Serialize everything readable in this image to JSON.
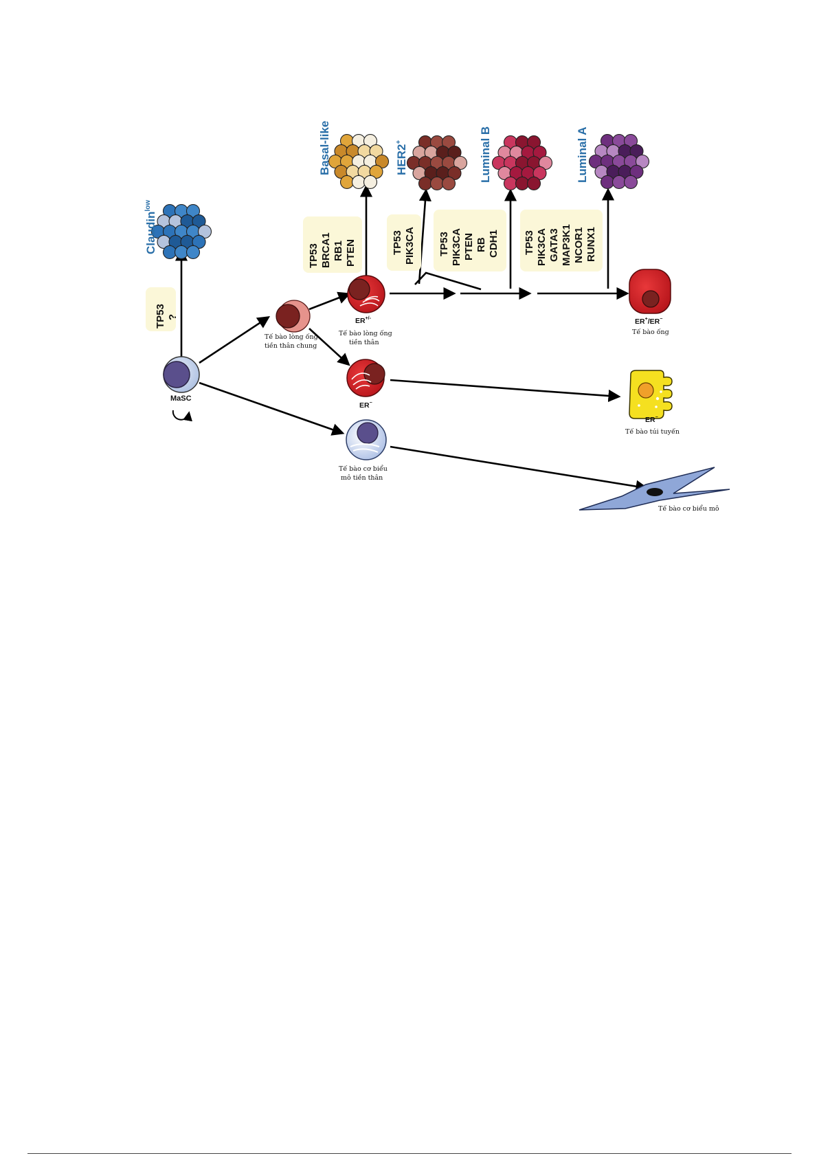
{
  "subtypes": {
    "claudin": "Claudin",
    "claudin_sup": "low",
    "basal": "Basal-like",
    "her2": "HER2",
    "her2_sup": "+",
    "lumb": "Luminal B",
    "luma": "Luminal A"
  },
  "mutation_boxes": {
    "claudin": [
      "TP53",
      "?"
    ],
    "basal": [
      "TP53",
      "BRCA1",
      "RB1",
      "PTEN"
    ],
    "her2": [
      "TP53",
      "PIK3CA"
    ],
    "lumb": [
      "TP53",
      "PIK3CA",
      "PTEN",
      "RB",
      "CDH1"
    ],
    "luma": [
      "TP53",
      "PIK3CA",
      "GATA3",
      "MAP3K1",
      "NCOR1",
      "RUNX1"
    ]
  },
  "cells": {
    "masc": "MaSC",
    "common_progenitor": [
      "Tế bào lòng ống",
      "tiền thân chung"
    ],
    "luminal_progenitor_er": "ER",
    "luminal_progenitor_er_sup": "+/-",
    "luminal_progenitor": [
      "Tế bào lòng ống",
      "tiền thân"
    ],
    "er_neg_progenitor": "ER",
    "er_neg_progenitor_sup": "−",
    "myo_progenitor": [
      "Tế bào cơ biểu",
      "mô tiền thân"
    ],
    "ductal_er": "ER",
    "ductal_er_sup1": "+",
    "ductal_er_mid": "/ER",
    "ductal_er_sup2": "−",
    "ductal": "Tế bào ống",
    "alveolar_er": "ER",
    "alveolar_er_sup": "−",
    "alveolar": "Tế bào túi tuyến",
    "myoepithelial": "Tế bào cơ biểu mô"
  },
  "colors": {
    "claudin_blue": "#2d73b8",
    "basal_gold": "#e0a53a",
    "her2_brown": "#7a2e28",
    "lumb_pink": "#c9365e",
    "luma_purple": "#6e2f7e",
    "note_bg": "#fbf7d8",
    "masc_blue": "#b9cbe8",
    "luminal_red": "#cf1d23",
    "alveolar_yellow": "#f5e020",
    "myo_blue": "#8fa7d8",
    "label_blue": "#2a6fa8"
  }
}
